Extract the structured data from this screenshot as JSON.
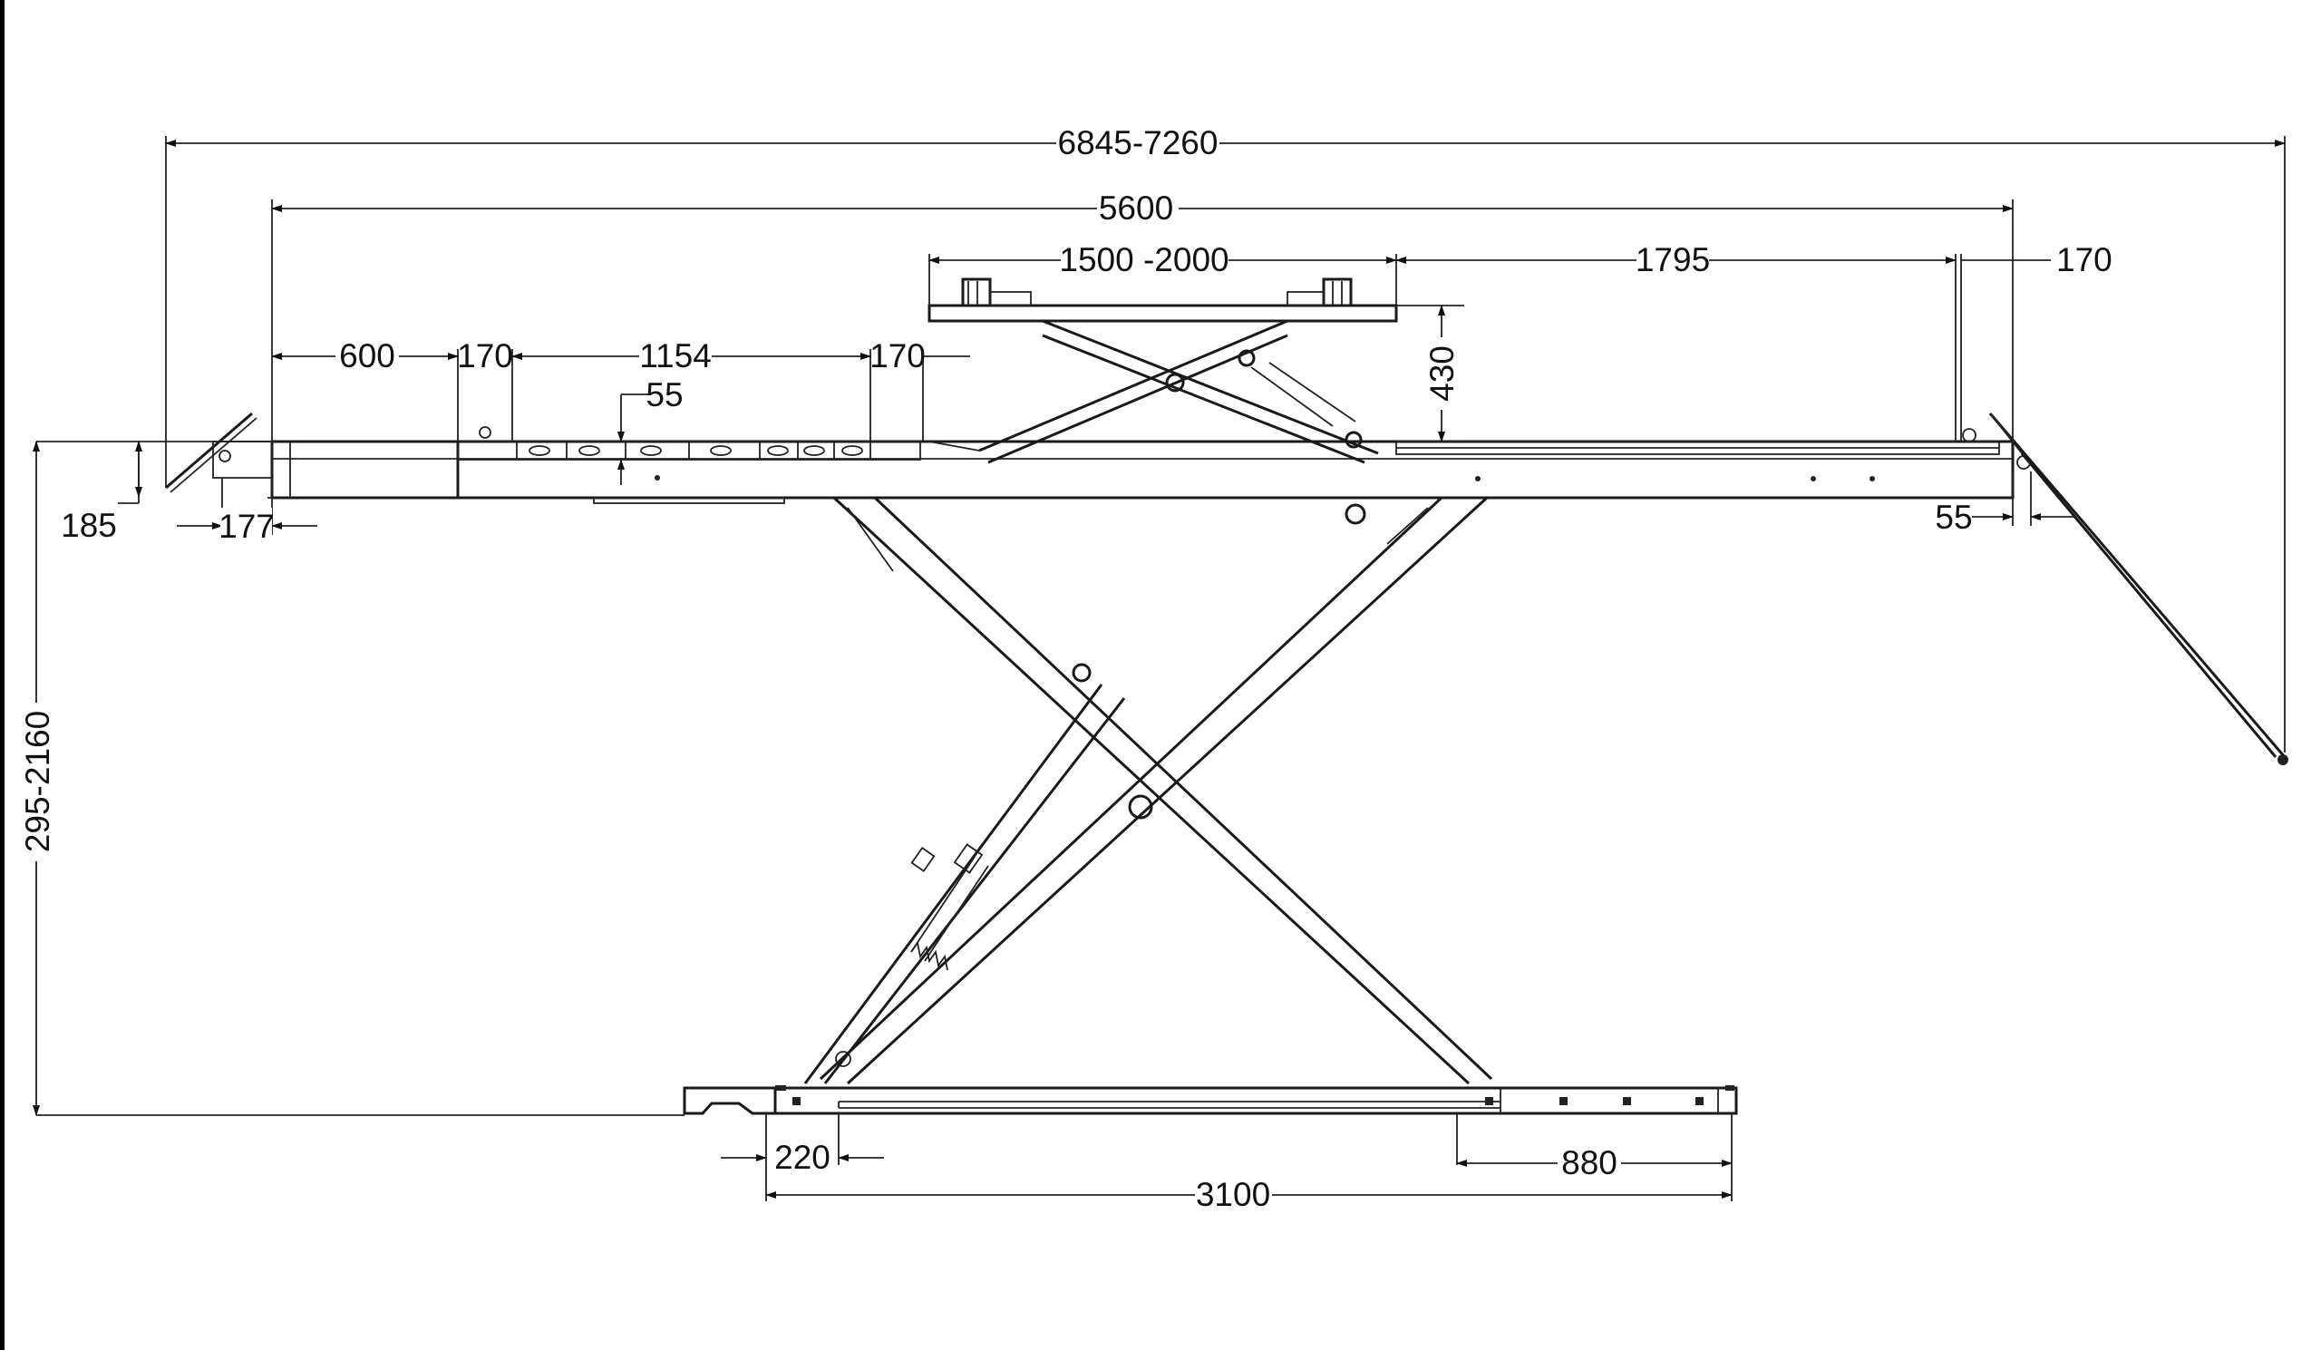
{
  "colors": {
    "line": "#1a1a1a",
    "background": "#ffffff",
    "left_edge": "#000000"
  },
  "dimensions": {
    "overall_length": "6845-7260",
    "platform_length": "5600",
    "turntable_length": "1500 -2000",
    "rear_section": "1795",
    "rear_ramp_offset": "170",
    "front_ext_600": "600",
    "front_step_170a": "170",
    "jack_beam_travel": "1154",
    "front_step_170b": "170",
    "beam_55_left": "55",
    "turntable_height": "430",
    "rear_55": "55",
    "front_ramp_height": "185",
    "front_ramp_offset": "177",
    "lift_height_range": "295-2160",
    "base_front_offset": "220",
    "base_rear_section": "880",
    "base_length": "3100"
  }
}
